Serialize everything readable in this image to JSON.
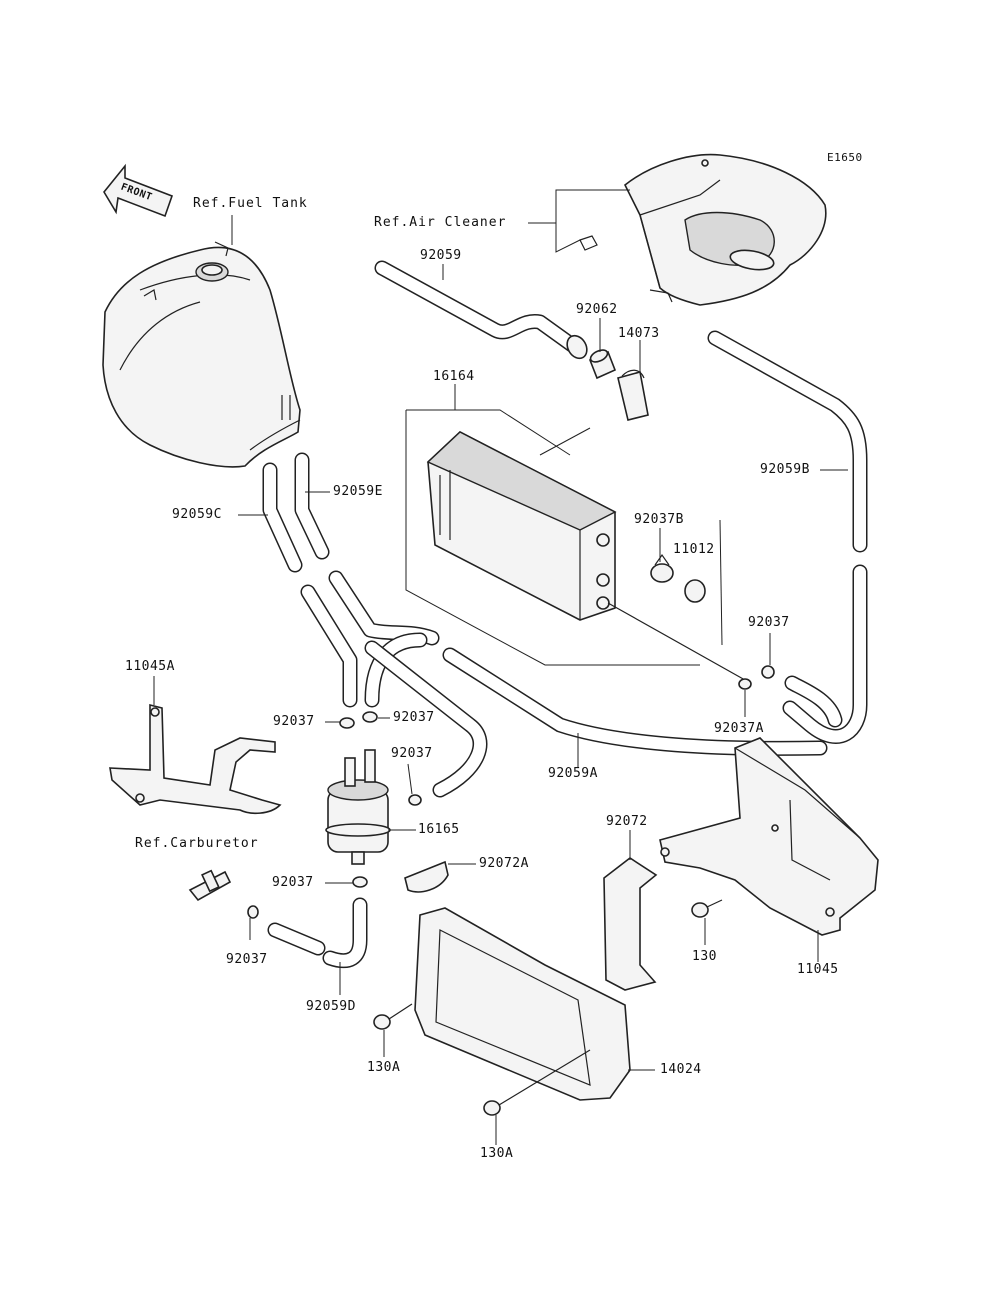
{
  "diagram_id": "E1650",
  "front_label": "FRONT",
  "refs": {
    "fuel_tank": "Ref.Fuel Tank",
    "air_cleaner": "Ref.Air Cleaner",
    "carburetor": "Ref.Carburetor"
  },
  "parts": {
    "p92059": "92059",
    "p92062": "92062",
    "p14073": "14073",
    "p16164": "16164",
    "p92059B": "92059B",
    "p92059C": "92059C",
    "p92059E": "92059E",
    "p92037B": "92037B",
    "p11012": "11012",
    "p92037_r": "92037",
    "p92037A": "92037A",
    "p11045A": "11045A",
    "p92037_pl": "92037",
    "p92037_pr": "92037",
    "p92037_m": "92037",
    "p92059A": "92059A",
    "p16165": "16165",
    "p92072": "92072",
    "p92072A": "92072A",
    "p92037_lo": "92037",
    "p92037_cb": "92037",
    "p130": "130",
    "p11045": "11045",
    "p92059D": "92059D",
    "p130A_1": "130A",
    "p14024": "14024",
    "p130A_2": "130A"
  }
}
